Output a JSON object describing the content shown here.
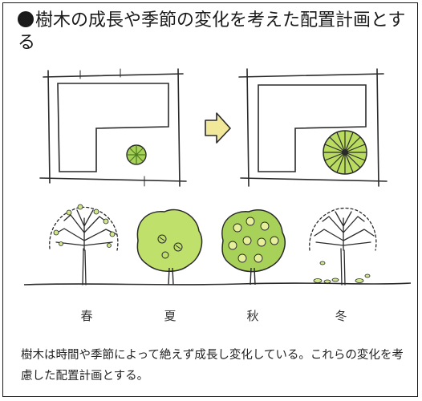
{
  "heading": {
    "text": "樹木の成長や季節の変化を考えた配置計画とする"
  },
  "seasons": [
    "春",
    "夏",
    "秋",
    "冬"
  ],
  "caption": {
    "text": "樹木は時間や季節によって絶えず成長し変化している。これらの変化を考慮した配置計画とする。"
  },
  "colors": {
    "line": "#2a2a2a",
    "leaf_light": "#cfe68a",
    "leaf_mid": "#a8d15a",
    "leaf_dark": "#6aa42a",
    "arrow_fill": "#f2e89a",
    "trunk": "#3a3a3a"
  },
  "icons": [
    "arrow-right-icon",
    "tree-young-icon",
    "tree-grown-icon"
  ]
}
